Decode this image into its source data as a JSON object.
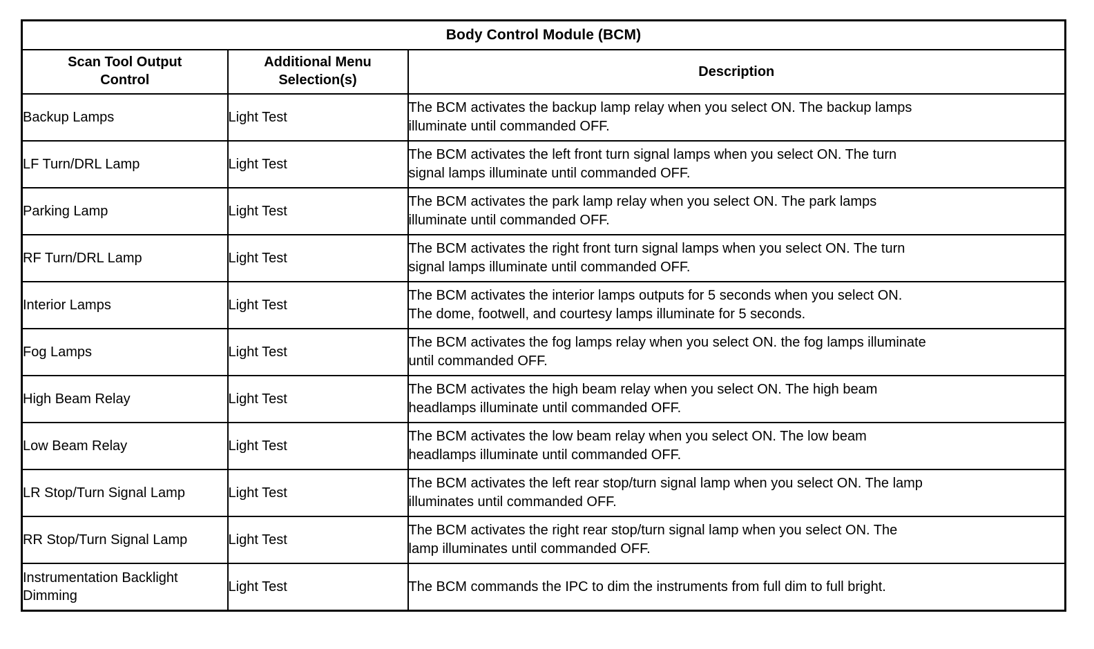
{
  "document": {
    "title": "Body Control Module (BCM)"
  },
  "table": {
    "caption": "Body Control Module (BCM)",
    "columns": [
      {
        "key": "control",
        "line1": "Scan Tool Output",
        "line2": "Control",
        "label": "Scan Tool Output Control"
      },
      {
        "key": "menu",
        "line1": "Additional Menu",
        "line2": "Selection(s)",
        "label": "Additional Menu Selection(s)"
      },
      {
        "key": "description",
        "line1": "Description",
        "line2": "",
        "label": "Description"
      }
    ],
    "rows": [
      {
        "control": "Backup Lamps",
        "menu": "Light Test",
        "description": "The BCM activates the backup lamp relay when you select ON. The backup lamps illuminate until commanded OFF.",
        "description_line1": "The BCM activates the backup lamp relay when you select ON. The backup lamps",
        "description_line2": "illuminate until commanded OFF."
      },
      {
        "control": "LF Turn/DRL Lamp",
        "menu": "Light Test",
        "description": "The BCM activates the left front turn signal lamps when you select ON. The turn signal lamps illuminate until commanded OFF.",
        "description_line1": "The BCM activates the left front turn signal lamps when you select ON. The turn",
        "description_line2": "signal lamps illuminate until commanded OFF."
      },
      {
        "control": "Parking Lamp",
        "menu": "Light Test",
        "description": "The BCM activates the park lamp relay when you select ON. The park lamps illuminate until commanded OFF.",
        "description_line1": "The BCM activates the park lamp relay when you select ON. The park lamps",
        "description_line2": "illuminate until commanded OFF."
      },
      {
        "control": "RF Turn/DRL Lamp",
        "menu": "Light Test",
        "description": "The BCM activates the right front turn signal lamps when you select ON. The turn signal lamps illuminate until commanded OFF.",
        "description_line1": "The BCM activates the right front turn signal lamps when you select ON. The turn",
        "description_line2": "signal lamps illuminate until commanded OFF."
      },
      {
        "control": "Interior Lamps",
        "menu": "Light Test",
        "description": "The BCM activates the interior lamps outputs for 5 seconds when you select ON. The dome, footwell, and courtesy lamps illuminate for 5 seconds.",
        "description_line1": "The BCM activates the interior lamps outputs for 5 seconds when you select ON.",
        "description_line2": "The dome, footwell, and courtesy lamps illuminate for 5 seconds."
      },
      {
        "control": "Fog Lamps",
        "menu": "Light Test",
        "description": "The BCM activates the fog lamps relay when you select ON. the fog lamps illuminate until commanded OFF.",
        "description_line1": "The BCM activates the fog lamps relay when you select ON. the fog lamps illuminate",
        "description_line2": "until commanded OFF."
      },
      {
        "control": "High Beam Relay",
        "menu": "Light Test",
        "description": "The BCM activates the high beam relay when you select ON. The high beam headlamps illuminate until commanded OFF.",
        "description_line1": "The BCM activates the high beam relay when you select ON. The high beam",
        "description_line2": "headlamps illuminate until commanded OFF."
      },
      {
        "control": "Low Beam Relay",
        "menu": "Light Test",
        "description": "The BCM activates the low beam relay when you select ON. The low beam headlamps illuminate until commanded OFF.",
        "description_line1": "The BCM activates the low beam relay when you select ON. The low beam",
        "description_line2": "headlamps illuminate until commanded OFF."
      },
      {
        "control": "LR Stop/Turn Signal Lamp",
        "control_line1": "LR Stop/Turn Signal",
        "control_line2": "Lamp",
        "menu": "Light Test",
        "description": "The BCM activates the left rear stop/turn signal lamp when you select ON. The lamp illuminates until commanded OFF.",
        "description_line1": "The BCM activates the left rear stop/turn signal lamp when you select ON. The lamp",
        "description_line2": "illuminates until commanded OFF."
      },
      {
        "control": "RR Stop/Turn Signal Lamp",
        "control_line1": "RR Stop/Turn Signal",
        "control_line2": "Lamp",
        "menu": "Light Test",
        "description": "The BCM activates the right rear stop/turn signal lamp when you select ON. The lamp illuminates until commanded OFF.",
        "description_line1": "The BCM activates the right rear stop/turn signal lamp when you select ON. The",
        "description_line2": "lamp illuminates until commanded OFF."
      },
      {
        "control": "Instrumentation Backlight Dimming",
        "control_line1": "Instrumentation Backlight",
        "control_line2": "Dimming",
        "menu": "Light Test",
        "description": "The BCM commands the IPC to dim the instruments from full dim to full bright.",
        "description_line1": "The BCM commands the IPC to dim the instruments from full dim to full bright.",
        "description_line2": ""
      }
    ]
  },
  "colors": {
    "text": "#000000",
    "background": "#ffffff",
    "border": "#000000"
  }
}
